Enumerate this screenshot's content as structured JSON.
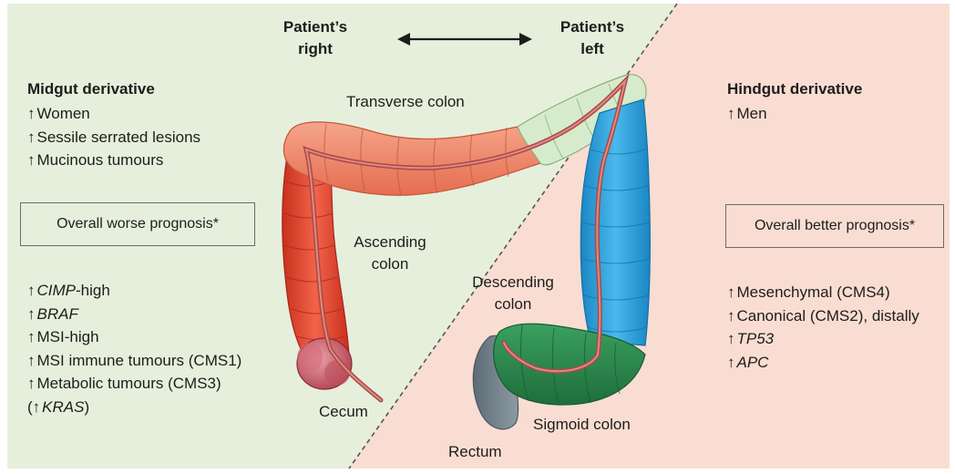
{
  "direction": {
    "patient_right": [
      "Patient’s",
      "right"
    ],
    "patient_left": [
      "Patient’s",
      "left"
    ]
  },
  "colon_labels": {
    "transverse": "Transverse colon",
    "ascending": [
      "Ascending",
      "colon"
    ],
    "descending": [
      "Descending",
      "colon"
    ],
    "cecum": "Cecum",
    "sigmoid": "Sigmoid colon",
    "rectum": "Rectum"
  },
  "midgut": {
    "heading": "Midgut derivative",
    "features": [
      "Women",
      "Sessile serrated lesions",
      "Mucinous tumours"
    ],
    "prognosis": "Overall worse prognosis*",
    "molecular": [
      {
        "italic": "CIMP",
        "text": "-high"
      },
      {
        "italic": "BRAF",
        "text": ""
      },
      {
        "italic": "",
        "text": "MSI-high"
      },
      {
        "italic": "",
        "text": "MSI immune tumours (CMS1)"
      },
      {
        "italic": "",
        "text": "Metabolic tumours (CMS3)"
      }
    ],
    "kras_open": "(",
    "kras": "KRAS",
    "kras_close": ")"
  },
  "hindgut": {
    "heading": "Hindgut derivative",
    "features": [
      "Men"
    ],
    "prognosis": "Overall better prognosis*",
    "molecular": [
      {
        "italic": "",
        "text": "Mesenchymal (CMS4)"
      },
      {
        "italic": "",
        "text": "Canonical (CMS2), distally"
      },
      {
        "italic": "TP53",
        "text": ""
      },
      {
        "italic": "APC",
        "text": ""
      }
    ]
  },
  "symbols": {
    "up_arrow": "↑"
  },
  "colors": {
    "midgut_bg": "#e6efdc",
    "hindgut_bg": "#f9ddd2",
    "ascending": "#e8452c",
    "transverse": "#f08a6c",
    "splenic": "#d6ebcc",
    "descending": "#2a9fd8",
    "sigmoid": "#2d8a4e",
    "rectum": "#6f7f8b",
    "cecum": "#c9505c"
  }
}
